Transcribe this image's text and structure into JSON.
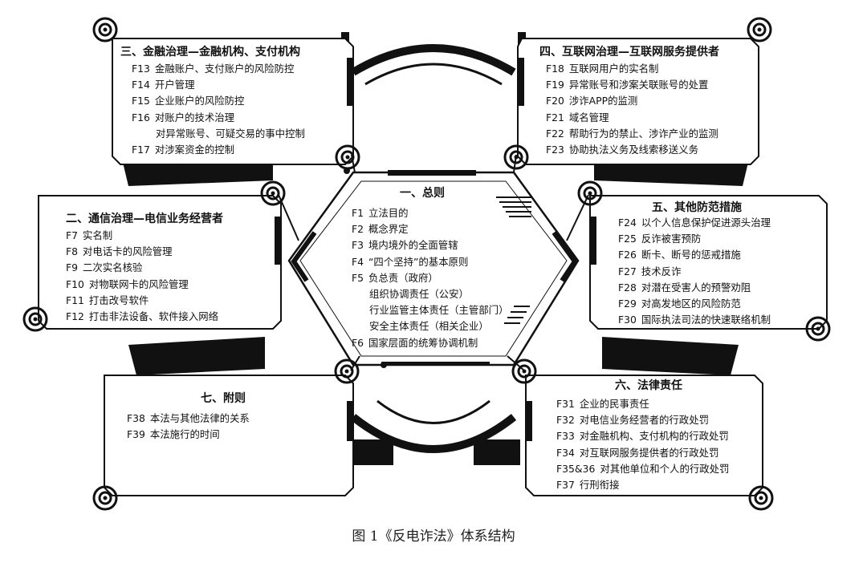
{
  "boxes": {
    "finance": {
      "title": "三、金融治理—金融机构、支付机构",
      "items": [
        {
          "code": "F13",
          "text": "金融账户、支付账户的风险防控"
        },
        {
          "code": "F14",
          "text": "开户管理"
        },
        {
          "code": "F15",
          "text": "企业账户的风险防控"
        },
        {
          "code": "F16",
          "text": "对账户的技术治理"
        },
        {
          "code": "",
          "text": "对异常账号、可疑交易的事中控制"
        },
        {
          "code": "F17",
          "text": "对涉案资金的控制"
        }
      ]
    },
    "internet": {
      "title": "四、互联网治理—互联网服务提供者",
      "items": [
        {
          "code": "F18",
          "text": "互联网用户的实名制"
        },
        {
          "code": "F19",
          "text": "异常账号和涉案关联账号的处置"
        },
        {
          "code": "F20",
          "text": "涉诈APP的监测"
        },
        {
          "code": "F21",
          "text": "域名管理"
        },
        {
          "code": "F22",
          "text": "帮助行为的禁止、涉诈产业的监测"
        },
        {
          "code": "F23",
          "text": "协助执法义务及线索移送义务"
        }
      ]
    },
    "telecom": {
      "title": "二、通信治理—电信业务经营者",
      "items": [
        {
          "code": "F7",
          "text": "实名制"
        },
        {
          "code": "F8",
          "text": "对电话卡的风险管理"
        },
        {
          "code": "F9",
          "text": "二次实名核验"
        },
        {
          "code": "F10",
          "text": "对物联网卡的风险管理"
        },
        {
          "code": "F11",
          "text": "打击改号软件"
        },
        {
          "code": "F12",
          "text": "打击非法设备、软件接入网络"
        }
      ]
    },
    "general": {
      "title": "一、总则",
      "items": [
        {
          "code": "F1",
          "text": "立法目的"
        },
        {
          "code": "F2",
          "text": "概念界定"
        },
        {
          "code": "F3",
          "text": "境内境外的全面管辖"
        },
        {
          "code": "F4",
          "text": "“四个坚持”的基本原则"
        },
        {
          "code": "F5",
          "text": "负总责（政府）"
        },
        {
          "code": "",
          "text": "组织协调责任（公安）"
        },
        {
          "code": "",
          "text": "行业监管主体责任（主管部门）"
        },
        {
          "code": "",
          "text": "安全主体责任（相关企业）"
        },
        {
          "code": "F6",
          "text": "国家层面的统筹协调机制"
        }
      ]
    },
    "other": {
      "title": "五、其他防范措施",
      "items": [
        {
          "code": "F24",
          "text": "以个人信息保护促进源头治理"
        },
        {
          "code": "F25",
          "text": "反诈被害预防"
        },
        {
          "code": "F26",
          "text": "断卡、断号的惩戒措施"
        },
        {
          "code": "F27",
          "text": "技术反诈"
        },
        {
          "code": "F28",
          "text": "对潜在受害人的预警劝阻"
        },
        {
          "code": "F29",
          "text": "对高发地区的风险防范"
        },
        {
          "code": "F30",
          "text": "国际执法司法的快速联络机制"
        }
      ]
    },
    "supplementary": {
      "title": "七、附则",
      "items": [
        {
          "code": "F38",
          "text": "本法与其他法律的关系"
        },
        {
          "code": "F39",
          "text": "本法施行的时间"
        }
      ]
    },
    "liability": {
      "title": "六、法律责任",
      "items": [
        {
          "code": "F31",
          "text": "企业的民事责任"
        },
        {
          "code": "F32",
          "text": "对电信业务经营者的行政处罚"
        },
        {
          "code": "F33",
          "text": "对金融机构、支付机构的行政处罚"
        },
        {
          "code": "F34",
          "text": "对互联网服务提供者的行政处罚"
        },
        {
          "code": "F35&36",
          "text": "对其他单位和个人的行政处罚"
        },
        {
          "code": "F37",
          "text": "行刑衔接"
        }
      ]
    }
  },
  "caption": "图 1《反电诈法》体系结构",
  "colors": {
    "ink": "#111111",
    "paper": "#ffffff",
    "accent": "#222222"
  }
}
